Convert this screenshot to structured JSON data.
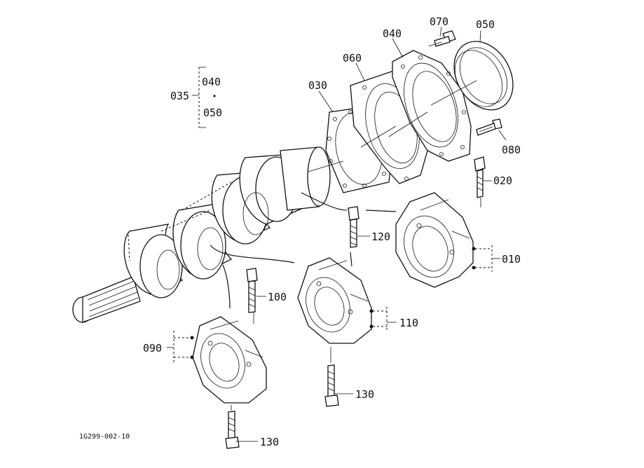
{
  "labels": {
    "p010": "010",
    "p020": "020",
    "p030": "030",
    "p035": "035",
    "p040_group": "040",
    "p040": "040",
    "p050_group": "050",
    "p050": "050",
    "p060": "060",
    "p070": "070",
    "p080": "080",
    "p090": "090",
    "p100": "100",
    "p110": "110",
    "p120": "120",
    "p130_a": "130",
    "p130_b": "130"
  },
  "drawing_code": "1G299-002-10"
}
